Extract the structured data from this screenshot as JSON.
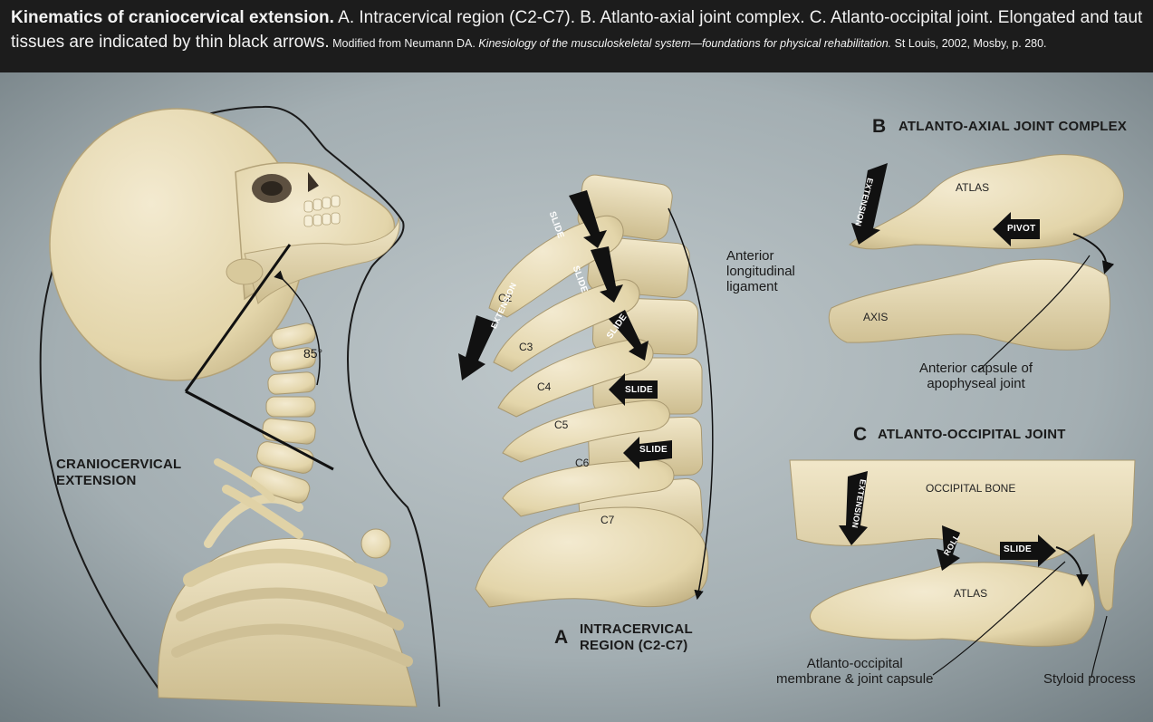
{
  "caption": {
    "title": "Kinematics of craniocervical extension.",
    "body": " A. Intracervical region (C2-C7). B. Atlanto-axial joint complex. C. Atlanto-occipital joint. Elongated and taut tissues are indicated by thin black arrows.",
    "source_pre": " Modified from Neumann DA. ",
    "source_title": "Kinesiology of the musculoskeletal system—foundations for physical rehabilitation.",
    "source_post": " St Louis, 2002, Mosby, p. 280."
  },
  "left_panel": {
    "title_line1": "CRANIOCERVICAL",
    "title_line2": "EXTENSION",
    "angle_label": "85°"
  },
  "panel_a": {
    "letter": "A",
    "title_line1": "INTRACERVICAL",
    "title_line2": "REGION (C2-C7)",
    "vertebrae": [
      "C2",
      "C3",
      "C4",
      "C5",
      "C6",
      "C7"
    ],
    "slide_label": "SLIDE",
    "extension_label": "EXTENSION",
    "ligament_line1": "Anterior",
    "ligament_line2": "longitudinal",
    "ligament_line3": "ligament"
  },
  "panel_b": {
    "letter": "B",
    "title": "ATLANTO-AXIAL JOINT COMPLEX",
    "atlas": "ATLAS",
    "axis": "AXIS",
    "extension_label": "EXTENSION",
    "pivot_label": "PIVOT",
    "capsule_line1": "Anterior capsule of",
    "capsule_line2": "apophyseal joint"
  },
  "panel_c": {
    "letter": "C",
    "title": "ATLANTO-OCCIPITAL JOINT",
    "occipital": "OCCIPITAL BONE",
    "atlas": "ATLAS",
    "extension_label": "EXTENSION",
    "roll_label": "ROLL",
    "slide_label": "SLIDE",
    "membrane_line1": "Atlanto-occipital",
    "membrane_line2": "membrane & joint capsule",
    "styloid": "Styloid process"
  },
  "colors": {
    "bone": "#e8dcb4",
    "bone_shade": "#c9b98c",
    "background": "#a9b4b8",
    "caption_bg": "#1c1c1c"
  }
}
